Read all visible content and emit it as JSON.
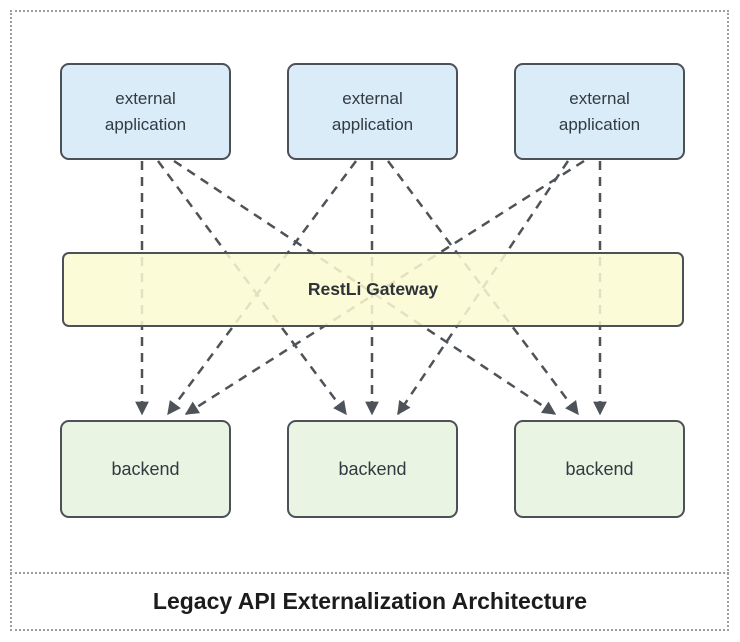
{
  "diagram": {
    "caption": "Legacy API Externalization Architecture",
    "external_apps": [
      "external\napplication",
      "external\napplication",
      "external\napplication"
    ],
    "gateway": {
      "label": "RestLi Gateway"
    },
    "backends": [
      "backend",
      "backend",
      "backend"
    ],
    "colors": {
      "external-fill": "#d9ecf8",
      "gateway-fill": "#fafad2",
      "backend-fill": "#e9f4e2",
      "node-border": "#4b5157",
      "connector": "#4d5358",
      "frame-dots": "#9b9fa3",
      "node-text": "#323a42",
      "gateway-text": "#2d3338",
      "caption-text": "#1c1c1c"
    }
  }
}
